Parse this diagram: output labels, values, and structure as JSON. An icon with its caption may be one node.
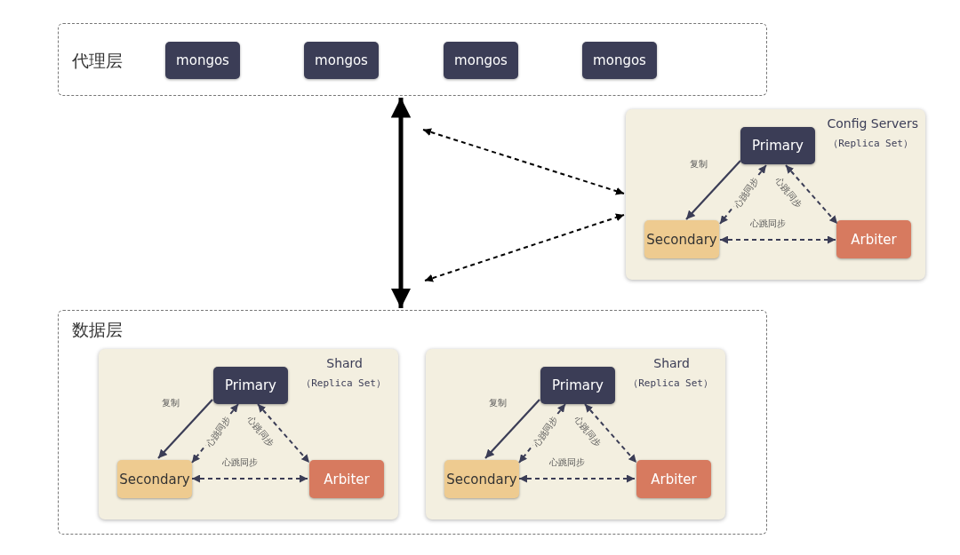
{
  "diagram": {
    "nodes": [
      {
        "text": [
          "代理层"
        ]
      },
      {
        "text": [
          "mongos"
        ],
        "in": 0
      },
      {
        "text": [
          "mongos"
        ],
        "in": 0
      },
      {
        "text": [
          "mongos"
        ],
        "in": 0
      },
      {
        "text": [
          "mongos"
        ],
        "in": 0
      },
      {
        "text": [
          "Config Servers",
          "（Replica Set）"
        ]
      },
      {
        "text": [
          "Primary"
        ],
        "in": 5
      },
      {
        "text": [
          "Secondary"
        ],
        "in": 5
      },
      {
        "text": [
          "Arbiter"
        ],
        "in": 5
      },
      {
        "text": [
          "数据层"
        ]
      },
      {
        "text": [
          "Shard",
          "（Replica Set）"
        ],
        "in": 9
      },
      {
        "text": [
          "Primary"
        ],
        "in": 10
      },
      {
        "text": [
          "Secondary"
        ],
        "in": 10
      },
      {
        "text": [
          "Arbiter"
        ],
        "in": 10
      },
      {
        "text": [
          "Shard",
          "（Replica Set）"
        ],
        "in": 9
      },
      {
        "text": [
          "Primary"
        ],
        "in": 14
      },
      {
        "text": [
          "Secondary"
        ],
        "in": 14
      },
      {
        "text": [
          "Arbiter"
        ],
        "in": 14
      }
    ],
    "edges": [
      {
        "from": 0,
        "to": 9,
        "arrow": "both",
        "style": "thick",
        "color": "#000000"
      },
      {
        "from": null,
        "to": 5,
        "arrow": "both",
        "style": "dashed",
        "color": "#000000"
      },
      {
        "from": null,
        "to": 5,
        "arrow": "both",
        "style": "dashed",
        "color": "#000000"
      },
      {
        "from": 6,
        "to": 7,
        "arrow": "to",
        "label": "复制"
      },
      {
        "from": 6,
        "to": 7,
        "arrow": "both",
        "style": "dashed",
        "label": "心跳同步"
      },
      {
        "from": 6,
        "to": 8,
        "arrow": "both",
        "style": "dashed",
        "label": "心跳同步"
      },
      {
        "from": 7,
        "to": 8,
        "arrow": "both",
        "style": "dashed",
        "label": "心跳同步"
      },
      {
        "from": 11,
        "to": 12,
        "arrow": "to",
        "label": "复制"
      },
      {
        "from": 11,
        "to": 12,
        "arrow": "both",
        "style": "dashed",
        "label": "心跳同步"
      },
      {
        "from": 11,
        "to": 13,
        "arrow": "both",
        "style": "dashed",
        "label": "心跳同步"
      },
      {
        "from": 12,
        "to": 13,
        "arrow": "both",
        "style": "dashed",
        "label": "心跳同步"
      },
      {
        "from": 15,
        "to": 16,
        "arrow": "to",
        "label": "复制"
      },
      {
        "from": 15,
        "to": 16,
        "arrow": "both",
        "style": "dashed",
        "label": "心跳同步"
      },
      {
        "from": 15,
        "to": 17,
        "arrow": "both",
        "style": "dashed",
        "label": "心跳同步"
      },
      {
        "from": 16,
        "to": 17,
        "arrow": "both",
        "style": "dashed",
        "label": "心跳同步"
      }
    ]
  }
}
